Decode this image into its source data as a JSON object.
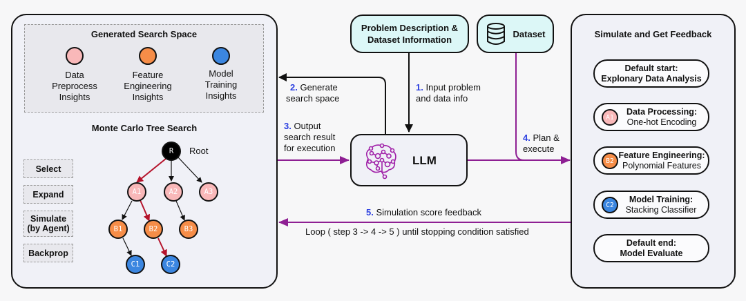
{
  "colors": {
    "preprocess": "#f9b8b9",
    "feature": "#f68d48",
    "model": "#3b86e0",
    "root": "#000000",
    "selected_path": "#b5132b",
    "flow_arrow": "#8e1f93",
    "step_number": "#2b3fe0",
    "input_box": "#dcf7f7"
  },
  "left_panel": {
    "search_space": {
      "title": "Generated Search Space",
      "insights": [
        {
          "line1": "Data",
          "line2": "Preprocess",
          "line3": "Insights",
          "color_key": "preprocess"
        },
        {
          "line1": "Feature",
          "line2": "Engineering",
          "line3": "Insights",
          "color_key": "feature"
        },
        {
          "line1": "Model",
          "line2": "Training",
          "line3": "Insights",
          "color_key": "model"
        }
      ]
    },
    "mcts": {
      "title": "Monte Carlo Tree Search",
      "steps": [
        {
          "line1": "Select",
          "line2": ""
        },
        {
          "line1": "Expand",
          "line2": ""
        },
        {
          "line1": "Simulate",
          "line2": "(by Agent)"
        },
        {
          "line1": "Backprop",
          "line2": ""
        }
      ],
      "root_label": "Root",
      "nodes": {
        "R": "R",
        "A1": "A1",
        "A2": "A2",
        "A3": "A3",
        "B1": "B1",
        "B2": "B2",
        "B3": "B3",
        "C1": "C1",
        "C2": "C2"
      },
      "selected_path": [
        "R",
        "A1",
        "B2",
        "C2"
      ]
    }
  },
  "center": {
    "problem_box": {
      "line1": "Problem Description &",
      "line2": "Dataset Information"
    },
    "dataset_box": {
      "label": "Dataset",
      "icon": "database-icon"
    },
    "llm": {
      "label": "LLM",
      "icon": "brain-network-icon"
    },
    "steps": {
      "s1": {
        "num": "1.",
        "line1": "Input problem",
        "line2": "and data info"
      },
      "s2": {
        "num": "2.",
        "line1": "Generate",
        "line2": "search space"
      },
      "s3": {
        "num": "3.",
        "line1": "Output",
        "line2": "search result",
        "line3": "for execution"
      },
      "s4": {
        "num": "4.",
        "line1": "Plan &",
        "line2": "execute"
      },
      "s5": {
        "num": "5.",
        "line1": "Simulation score feedback"
      }
    },
    "loop_text": "Loop ( step 3 -> 4 -> 5 ) until stopping condition satisfied"
  },
  "right_panel": {
    "title": "Simulate and Get Feedback",
    "flow": [
      {
        "line1": "Default start:",
        "line2": "Explonary Data Analysis",
        "node": ""
      },
      {
        "line1": "Data Processing:",
        "line2": "One-hot Encoding",
        "node": "A1"
      },
      {
        "line1": "Feature Engineering:",
        "line2": "Polynomial Features",
        "node": "B2"
      },
      {
        "line1": "Model Training:",
        "line2": "Stacking Classifier",
        "node": "C2"
      },
      {
        "line1": "Default end:",
        "line2": "Model Evaluate",
        "node": ""
      }
    ]
  }
}
